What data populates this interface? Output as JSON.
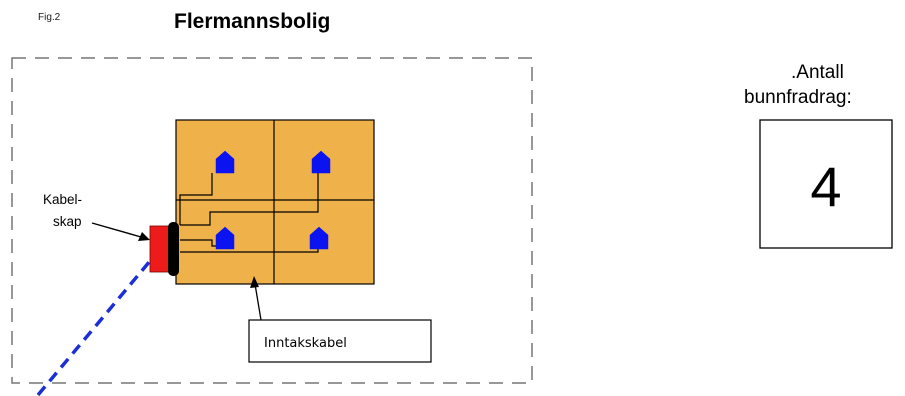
{
  "figure": {
    "fig_label": "Fig.2",
    "title": "Flermannsbolig"
  },
  "labels": {
    "cabinet_line1": "Kabel-",
    "cabinet_line2": "skap",
    "intake_cable": "Inntakskabel"
  },
  "counter": {
    "line1": ".Antall",
    "line2": "bunnfradrag:",
    "value": "4"
  },
  "units": [
    {
      "name": "unit-top-left"
    },
    {
      "name": "unit-top-right"
    },
    {
      "name": "unit-bottom-left"
    },
    {
      "name": "unit-bottom-right"
    }
  ],
  "colors": {
    "building": "#efb24a",
    "house_icon": "#0b14f0",
    "cabinet": "#ee1b1b",
    "supply_cable": "#1b2fd6",
    "outline": "#000000",
    "boundary": "#777777"
  }
}
